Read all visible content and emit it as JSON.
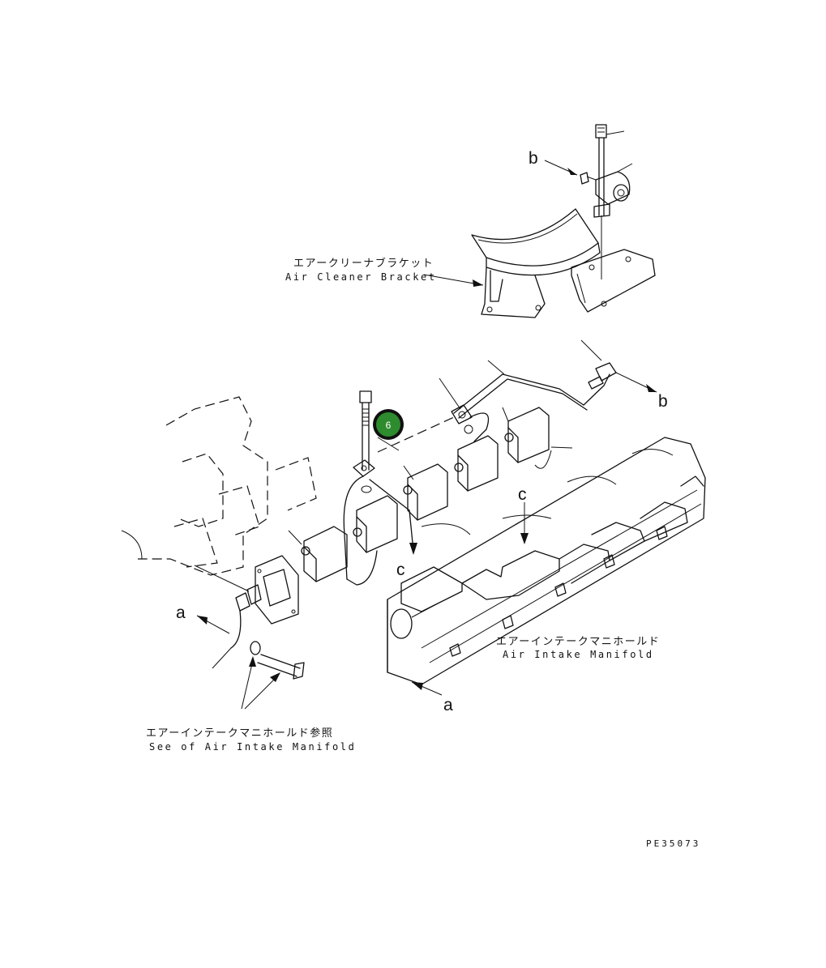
{
  "labels": {
    "air_cleaner_bracket_jp": "エアークリーナブラケット",
    "air_cleaner_bracket_en": "Air Cleaner Bracket",
    "air_intake_manifold_jp": "エアーインテークマニホールド",
    "air_intake_manifold_en": "Air Intake Manifold",
    "see_air_intake_manifold_jp": "エアーインテークマニホールド参照",
    "see_air_intake_manifold_en": "See of Air Intake Manifold"
  },
  "reference_letters": {
    "a_left": "a",
    "a_bottom": "a",
    "b_top": "b",
    "b_right": "b",
    "c_left": "c",
    "c_manifold": "c"
  },
  "callout": {
    "number": "6",
    "color": "#2e8b2e"
  },
  "drawing_code": "PE35073",
  "colors": {
    "line": "#111111",
    "callout_fill": "#2e8b2e",
    "callout_ring": "#111111"
  }
}
